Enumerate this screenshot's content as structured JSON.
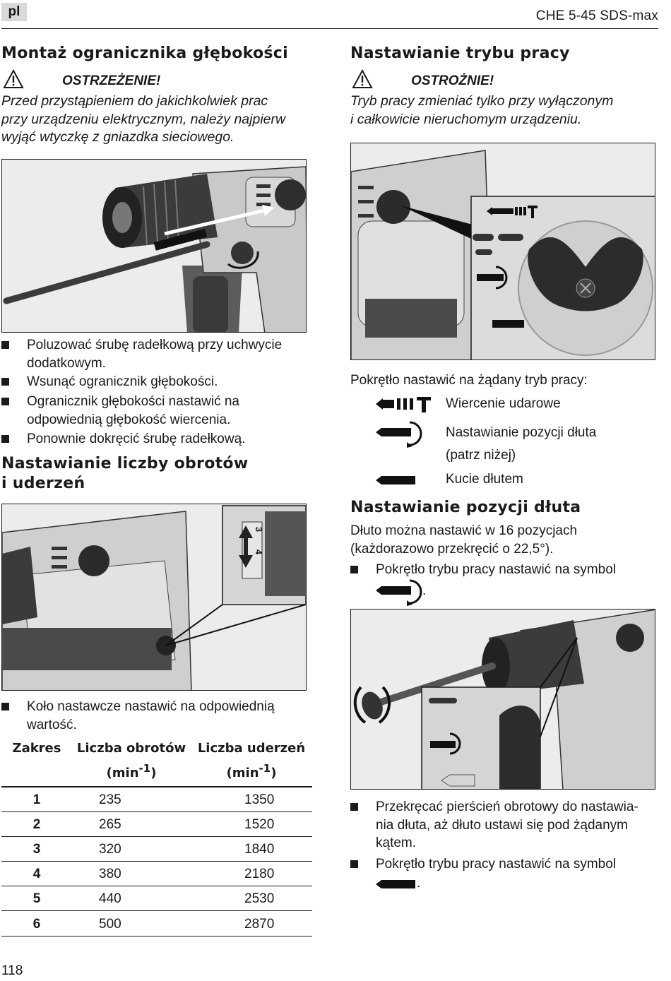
{
  "header": {
    "lang": "pl",
    "model": "CHE 5-45 SDS-max"
  },
  "left": {
    "depth_stop": {
      "title": "Montaż ogranicznika głębokości",
      "warning_label": "OSTRZEŻENIE!",
      "warning_text": [
        "Przed przystąpieniem do jakichkolwiek prac",
        "przy urządzeniu elektrycznym, należy najpierw",
        "wyjąć wtyczkę z gniazdka sieciowego."
      ],
      "steps": [
        [
          "Poluzować śrubę radełkową przy uchwycie",
          "dodatkowym."
        ],
        [
          "Wsunąć ogranicznik głębokości."
        ],
        [
          "Ogranicznik głębokości nastawić na",
          "odpowiednią głębokość wiercenia."
        ],
        [
          "Ponownie dokręcić śrubę radełkową."
        ]
      ]
    },
    "speed": {
      "title_lines": [
        "Nastawianie liczby obrotów",
        "i uderzeń"
      ],
      "dial_marks": [
        "3",
        "4"
      ],
      "step": [
        "Koło nastawcze nastawić na odpowiednią",
        "wartość."
      ],
      "table": {
        "headers": [
          [
            "Zakres"
          ],
          [
            "Liczba obrotów",
            "(min-1)"
          ],
          [
            "Liczba uderzeń",
            "(min-1)"
          ]
        ],
        "rows": [
          [
            "1",
            "235",
            "1350"
          ],
          [
            "2",
            "265",
            "1520"
          ],
          [
            "3",
            "320",
            "1840"
          ],
          [
            "4",
            "380",
            "2180"
          ],
          [
            "5",
            "440",
            "2530"
          ],
          [
            "6",
            "500",
            "2870"
          ]
        ]
      }
    }
  },
  "right": {
    "mode": {
      "title": "Nastawianie trybu pracy",
      "warning_label": "OSTROŻNIE!",
      "warning_text": [
        "Tryb pracy zmieniać tylko przy wyłączonym",
        "i całkowicie nieruchomym urządzeniu."
      ],
      "intro": "Pokrętło nastawić na żądany tryb pracy:",
      "modes": [
        "Wiercenie udarowe",
        "Nastawianie pozycji dłuta",
        "(patrz niżej)",
        "Kucie dłutem"
      ]
    },
    "chisel": {
      "title": "Nastawianie pozycji dłuta",
      "text": [
        "Dłuto można nastawić w 16 pozycjach",
        "(każdorazowo przekręcić o 22,5°)."
      ],
      "step1": "Pokrętło trybu pracy nastawić na symbol",
      "steps": [
        [
          "Przekręcać pierścień obrotowy do nastawia-",
          "nia dłuta, aż dłuto ustawi się pod żądanym",
          "kątem."
        ],
        [
          "Pokrętło trybu pracy nastawić na symbol"
        ]
      ],
      "dot": "."
    }
  },
  "footer": {
    "page": "118"
  }
}
